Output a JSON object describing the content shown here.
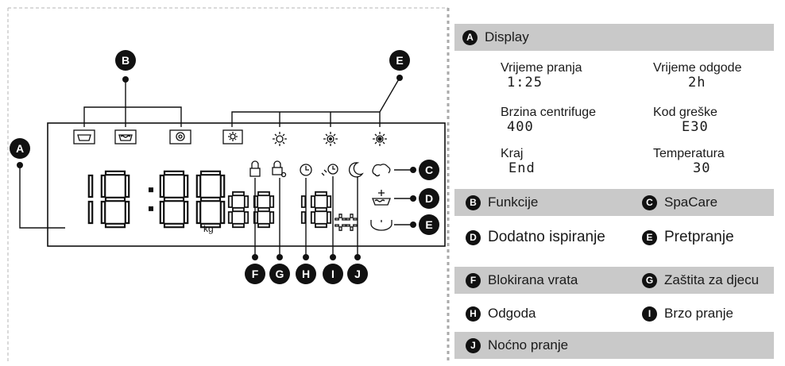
{
  "callouts": {
    "A": "A",
    "B": "B",
    "C": "C",
    "D": "D",
    "E": "E",
    "F": "F",
    "G": "G",
    "H": "H",
    "I": "I",
    "J": "J"
  },
  "lcd": {
    "main_digits": "18:88",
    "unit": "kg",
    "small_digits_1": "88",
    "small_digits_2": "18",
    "tiny_digits": "00"
  },
  "legend": {
    "display_title": "Display",
    "display_items": [
      {
        "label": "Vrijeme pranja",
        "value": "1:25"
      },
      {
        "label": "Vrijeme odgode",
        "value": "2h"
      },
      {
        "label": "Brzina centrifuge",
        "value": "400"
      },
      {
        "label": "Kod greške",
        "value": "E30"
      },
      {
        "label": "Kraj",
        "value": "End"
      },
      {
        "label": "Temperatura",
        "value": "30"
      }
    ],
    "rows": [
      {
        "left_letter": "B",
        "left": "Funkcije",
        "right_letter": "C",
        "right": "SpaCare"
      },
      {
        "left_letter": "D",
        "left": "Dodatno ispiranje",
        "right_letter": "E",
        "right": "Pretpranje"
      },
      {
        "left_letter": "F",
        "left": "Blokirana vrata",
        "right_letter": "G",
        "right": "Zaštita za djecu"
      },
      {
        "left_letter": "H",
        "left": "Odgoda",
        "right_letter": "I",
        "right": "Brzo pranje"
      },
      {
        "left_letter": "J",
        "left": "Noćno pranje"
      }
    ]
  },
  "colors": {
    "shade": "#c9c9c9",
    "ink": "#111111",
    "dash": "#b5b5b5"
  }
}
